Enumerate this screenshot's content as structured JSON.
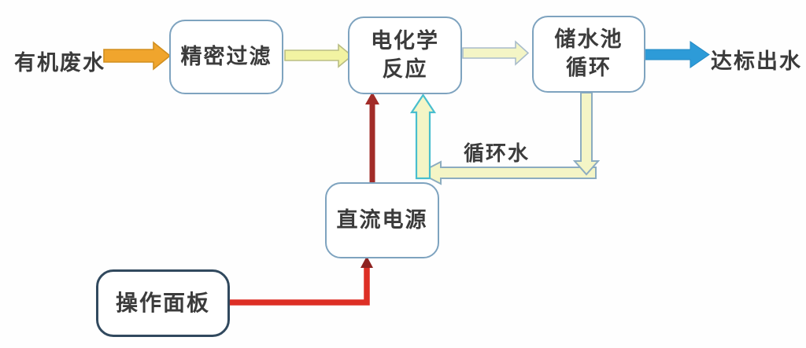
{
  "nodes": {
    "filter": {
      "label": "精密过滤"
    },
    "reaction": {
      "line1": "电化学",
      "line2": "反应"
    },
    "storage": {
      "line1": "储水池",
      "line2": "循环"
    },
    "power": {
      "label": "直流电源"
    },
    "panel": {
      "label": "操作面板"
    }
  },
  "labels": {
    "inlet": "有机废水",
    "outlet": "达标出水",
    "recycle": "循环水"
  },
  "colors": {
    "text": "#3b3b3b",
    "box_border": "#7ea3bf",
    "panel_border": "#31495e",
    "inlet_arrow_fill": "#f0a52d",
    "inlet_arrow_stroke": "#d18f1f",
    "pale_arrow_bright_fill": "#f2f3a2",
    "pale_arrow_bright_stroke": "#b9bd84",
    "pale_arrow_fill": "#f4f5c6",
    "pale_arrow_stroke": "#a8bccb",
    "recycle_stroke": "#8cacc0",
    "recycle_up_stroke": "#49bece",
    "outlet_arrow_fill": "#2d9bd8",
    "outlet_arrow_stroke": "#2489c4",
    "power_line_color": "#a22c28",
    "panel_line_color": "#dd2f25",
    "panel_arrowhead_color": "#8e2220"
  }
}
